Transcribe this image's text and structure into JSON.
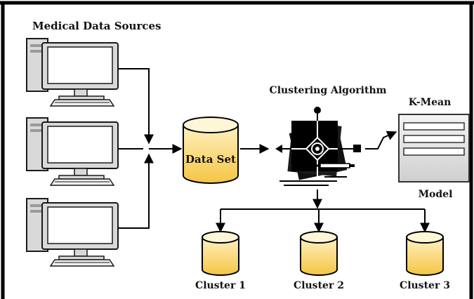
{
  "labels": {
    "sources_title": "Medical Data Sources",
    "dataset": "Data Set",
    "algorithm_title": "Clustering Algorithm",
    "kmean_title": "K-Mean",
    "model_label": "Model",
    "clusters": [
      "Cluster 1",
      "Cluster 2",
      "Cluster 3"
    ]
  },
  "icons": {
    "computers": [
      "computer-icon",
      "computer-icon",
      "computer-icon"
    ],
    "dataset": "database-icon",
    "algorithm": "clustering-algorithm-icon",
    "model": "model-form-icon",
    "clusters": [
      "database-icon",
      "database-icon",
      "database-icon"
    ]
  },
  "colors": {
    "cylinder_light": "#fff1c4",
    "cylinder_dark": "#f5c542",
    "computer_frame": "#d9d9d9",
    "computer_outline": "#1a1a1a",
    "model_body": "#e4e4e4",
    "border": "#000000"
  }
}
